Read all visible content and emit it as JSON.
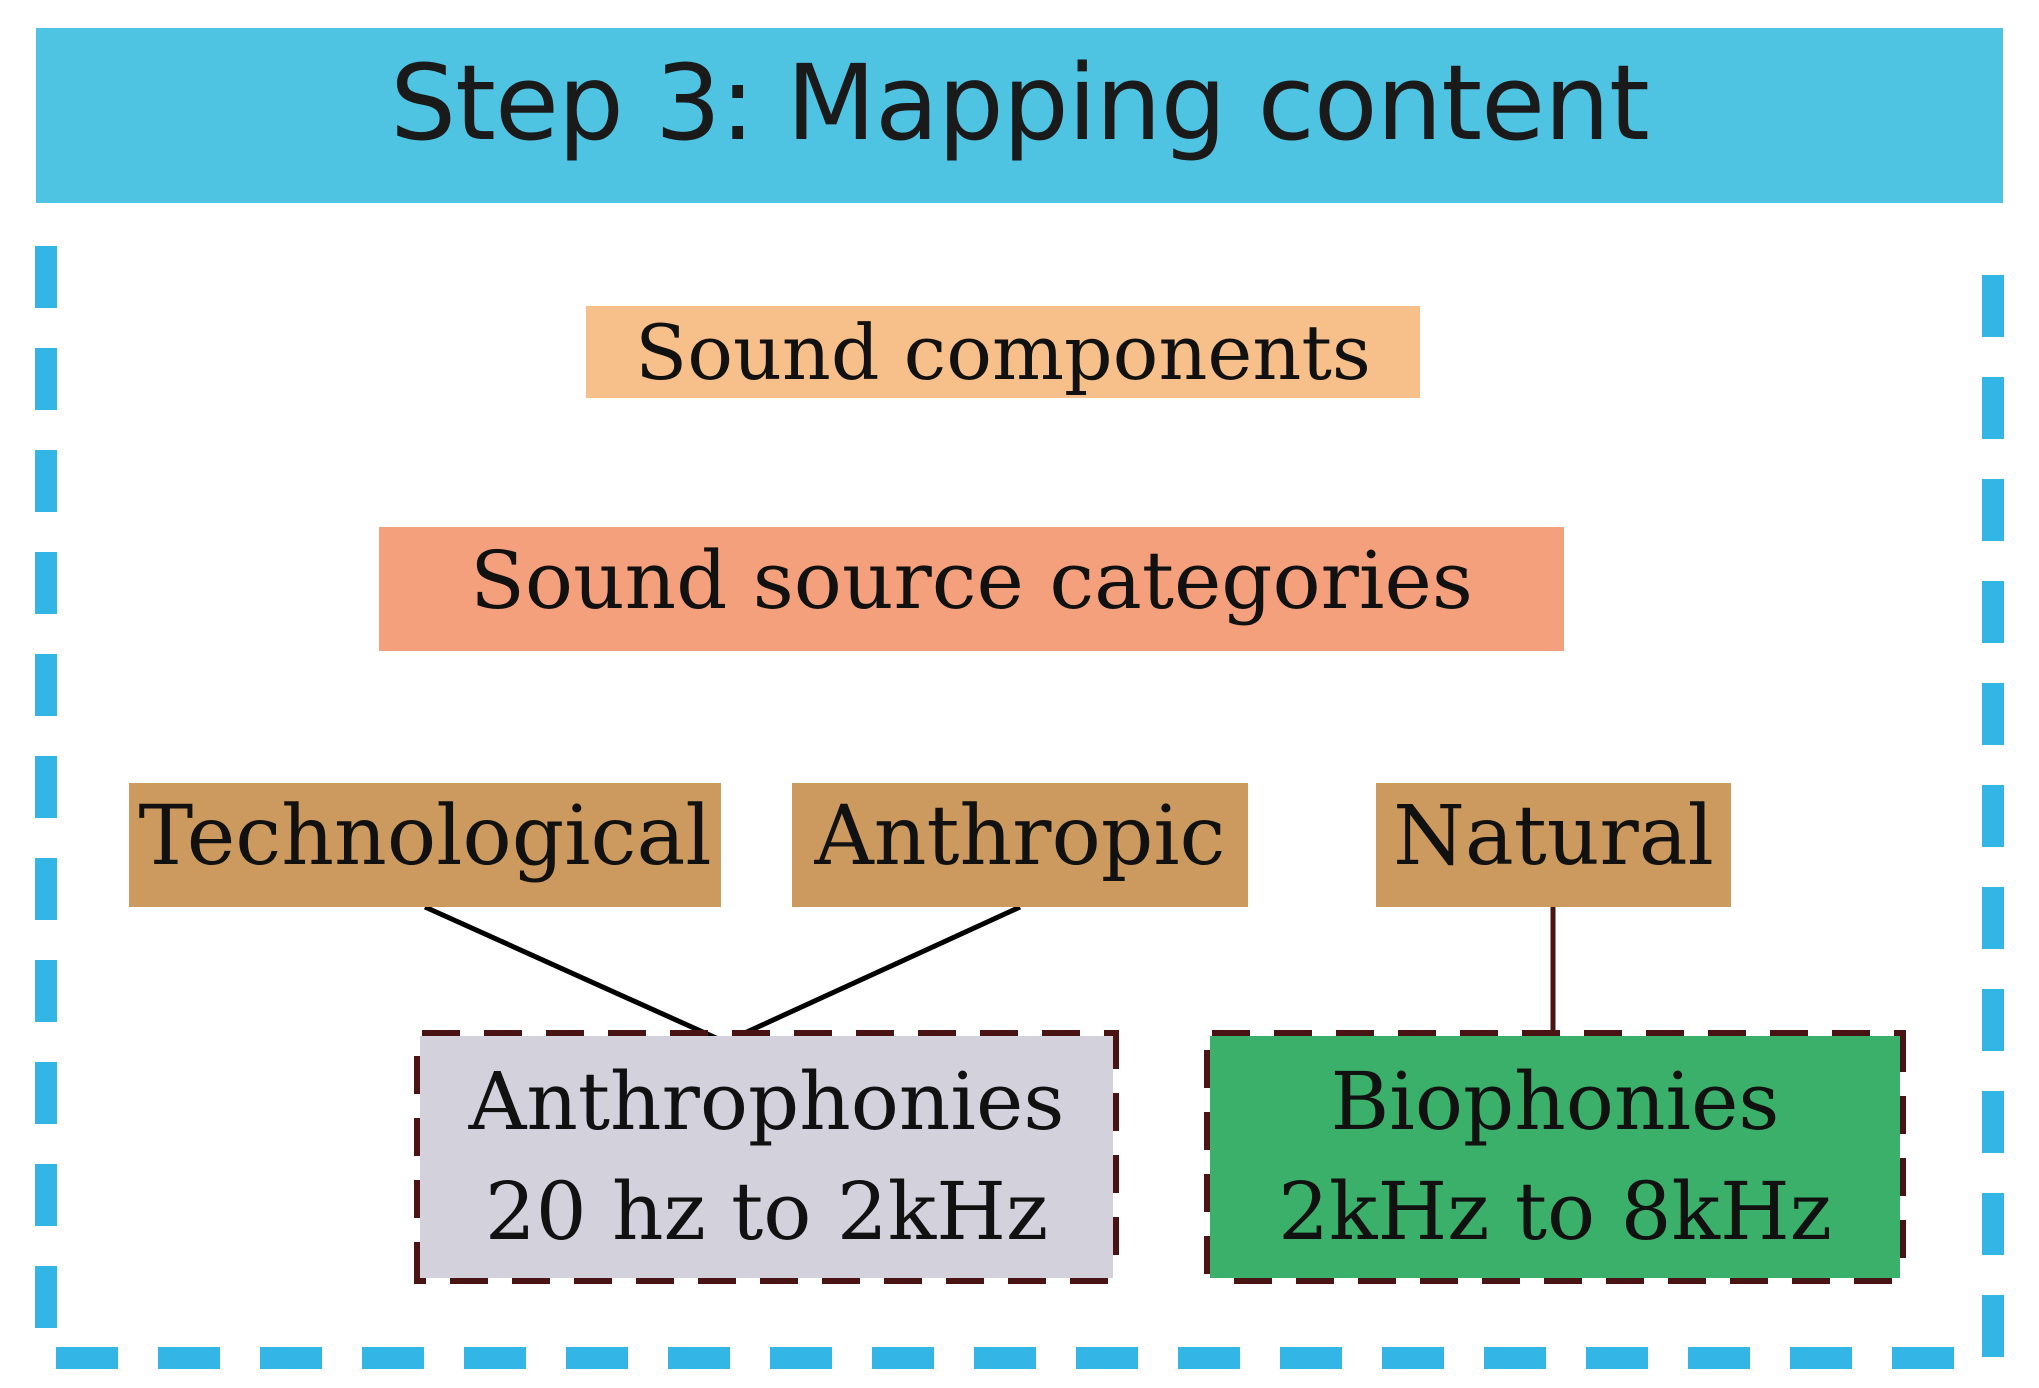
{
  "header": {
    "title": "Step 3: Mapping content"
  },
  "nodes": {
    "sound_components": "Sound components",
    "sound_source_categories": "Sound source categories",
    "technological": "Technological",
    "anthropic": "Anthropic",
    "natural": "Natural",
    "anthrophonies": {
      "name": "Anthrophonies",
      "range": "20 hz to 2kHz"
    },
    "biophonies": {
      "name": "Biophonies",
      "range": "2kHz to 8kHz"
    }
  },
  "colors": {
    "header": "#4fc3e2",
    "frame_dash": "#33b5e5",
    "sound_components": "#f7c08a",
    "sound_source_categories": "#f4a07c",
    "category": "#cc9a5e",
    "anthrophonies": "#d2d1dc",
    "biophonies": "#3ab06a",
    "group_border": "#4a1414"
  }
}
